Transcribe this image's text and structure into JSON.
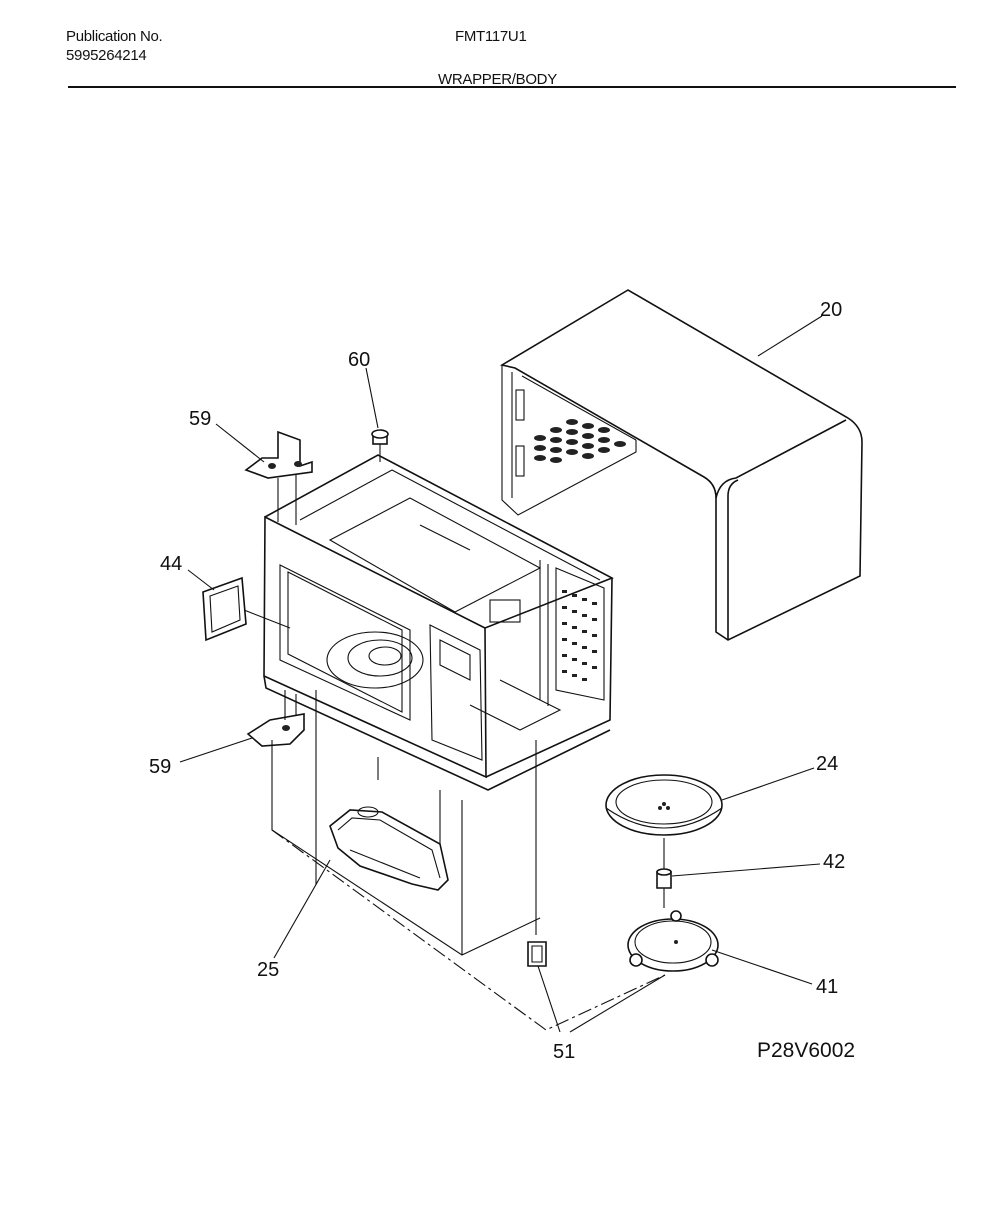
{
  "header": {
    "publication_label": "Publication No.",
    "publication_number": "5995264214",
    "model": "FMT117U1",
    "section": "WRAPPER/BODY"
  },
  "diagram": {
    "drawing_code": "P28V6002",
    "callouts": {
      "c20": "20",
      "c60": "60",
      "c59_top": "59",
      "c44": "44",
      "c59_bottom": "59",
      "c24": "24",
      "c42": "42",
      "c25": "25",
      "c41": "41",
      "c51": "51"
    }
  }
}
